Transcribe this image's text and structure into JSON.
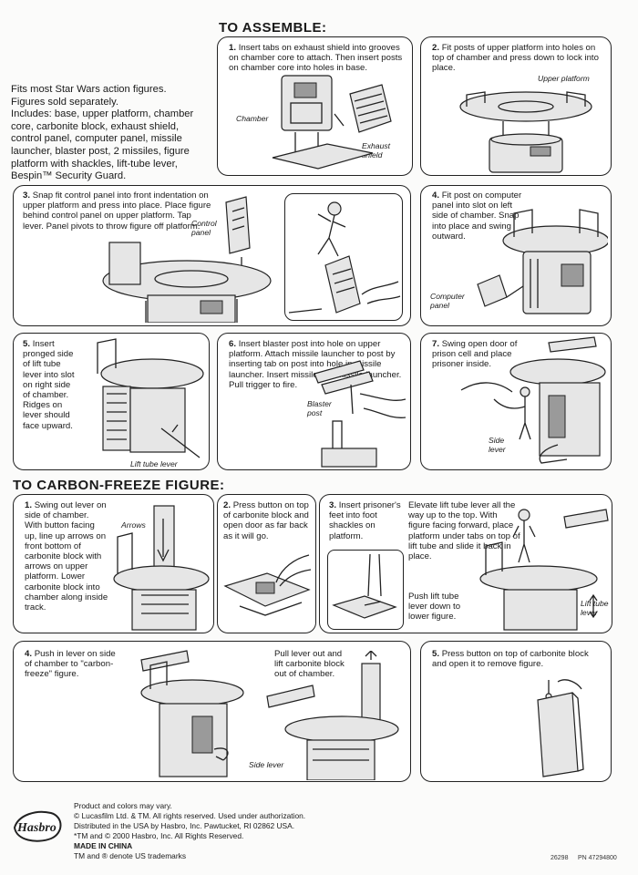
{
  "sections": {
    "assemble_title": "TO ASSEMBLE:",
    "freeze_title": "TO CARBON-FREEZE FIGURE:"
  },
  "intro": {
    "line1": "Fits most Star Wars action figures.",
    "line2": "Figures sold separately.",
    "line3": "Includes: base, upper platform, chamber core, carbonite block, exhaust shield, control panel, computer panel, missile launcher, blaster post, 2 missiles, figure platform with shackles, lift-tube lever, Bespin™ Security Guard."
  },
  "assemble_steps": [
    {
      "num": "1.",
      "text": "Insert tabs on exhaust shield into grooves on chamber core to attach. Then insert posts on chamber core into holes in base.",
      "labels": [
        "Chamber",
        "Exhaust shield"
      ]
    },
    {
      "num": "2.",
      "text": "Fit posts of upper platform into holes on top of chamber and press down to lock into place.",
      "labels": [
        "Upper platform"
      ]
    },
    {
      "num": "3.",
      "text": "Snap fit control panel into front indentation on upper platform and press into place. Place figure behind control panel on upper platform. Tap lever. Panel pivots to throw figure off platform.",
      "labels": [
        "Control panel"
      ]
    },
    {
      "num": "4.",
      "text": "Fit post on computer panel into slot on left side of chamber. Snap into place and swing outward.",
      "labels": [
        "Computer panel"
      ]
    },
    {
      "num": "5.",
      "text": "Insert pronged side of lift tube lever into slot on right side of chamber. Ridges on lever should face upward.",
      "labels": [
        "Lift tube lever"
      ]
    },
    {
      "num": "6.",
      "text": "Insert blaster post into hole on upper platform. Attach missile launcher to post by inserting tab on post into hole in missile launcher. Insert missile into missile launcher. Pull trigger to fire.",
      "labels": [
        "Blaster post"
      ]
    },
    {
      "num": "7.",
      "text": "Swing open door of prison cell and place prisoner inside.",
      "labels": [
        "Side lever"
      ]
    }
  ],
  "freeze_steps": [
    {
      "num": "1.",
      "text": "Swing out lever on side of chamber. With button facing up, line up arrows on front bottom of carbonite block with arrows on upper platform. Lower carbonite block into chamber along inside track.",
      "labels": [
        "Arrows"
      ]
    },
    {
      "num": "2.",
      "text": "Press button on top of carbonite block and open door as far back as it will go.",
      "labels": []
    },
    {
      "num": "3.",
      "text": "Insert prisoner's feet into foot shackles on platform.",
      "labels": []
    },
    {
      "num": "",
      "text": "Elevate lift tube lever all the way up to the top. With figure facing forward, place platform under tabs on top of lift tube and slide it back in place.",
      "labels": [
        "Lift tube lever"
      ]
    },
    {
      "num": "",
      "text": "Push lift tube lever down to lower figure.",
      "labels": []
    },
    {
      "num": "4.",
      "text": "Push in lever on side of chamber to \"carbon-freeze\" figure.",
      "labels": [
        "Side lever"
      ]
    },
    {
      "num": "",
      "text": "Pull lever out and lift carbonite block out of chamber.",
      "labels": []
    },
    {
      "num": "5.",
      "text": "Press button on top of carbonite block and open it to remove figure.",
      "labels": []
    }
  ],
  "footer": {
    "l1": "Product and colors may vary.",
    "l2": "© Lucasfilm Ltd. & TM.  All rights reserved.  Used under authorization.",
    "l3": "Distributed in the USA by Hasbro, Inc. Pawtucket, RI 02862 USA.",
    "l4": "*TM and © 2000 Hasbro, Inc.  All Rights Reserved.",
    "l5": "MADE IN CHINA",
    "l6": "TM and ® denote US trademarks",
    "logo": "Hasbro",
    "code1": "26298",
    "code2": "PN 47294800"
  }
}
